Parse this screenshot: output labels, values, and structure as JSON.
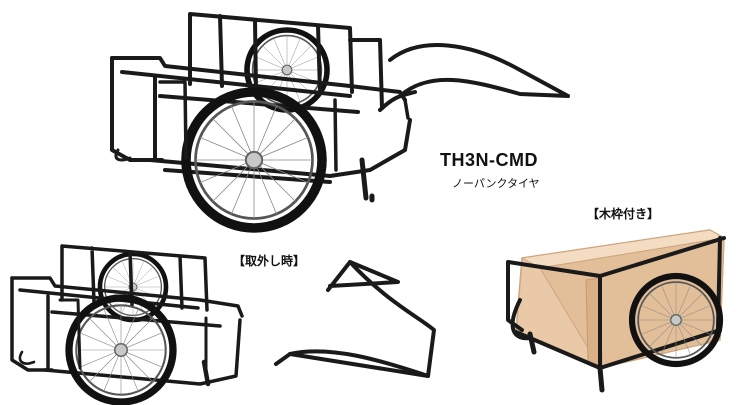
{
  "product": {
    "model": "TH3N-CMD",
    "subtitle": "ノーパンクタイヤ"
  },
  "labels": {
    "detached": "【取外し時】",
    "wooden_frame": "【木枠付き】"
  },
  "colors": {
    "frame": "#1a1a1a",
    "spoke": "#8a8a8a",
    "hub": "#c8c8c8",
    "wood": "#e9c9a8",
    "wood_edge": "#cfa57f"
  }
}
